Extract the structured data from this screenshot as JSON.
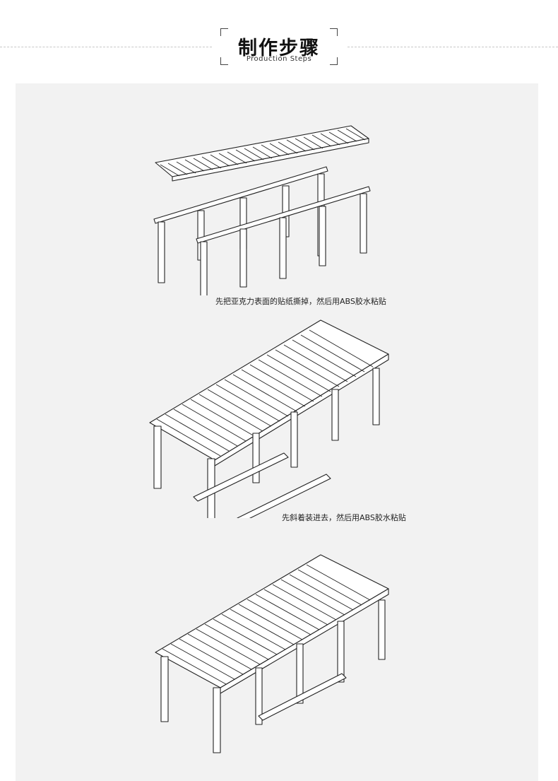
{
  "header": {
    "title": "制作步骤",
    "subtitle": "Production Steps"
  },
  "steps": [
    {
      "caption": "先把亚克力表面的贴纸撕掉，然后用ABS胶水粘贴"
    },
    {
      "caption": "先斜着装进去，然后用ABS胶水粘贴"
    }
  ]
}
